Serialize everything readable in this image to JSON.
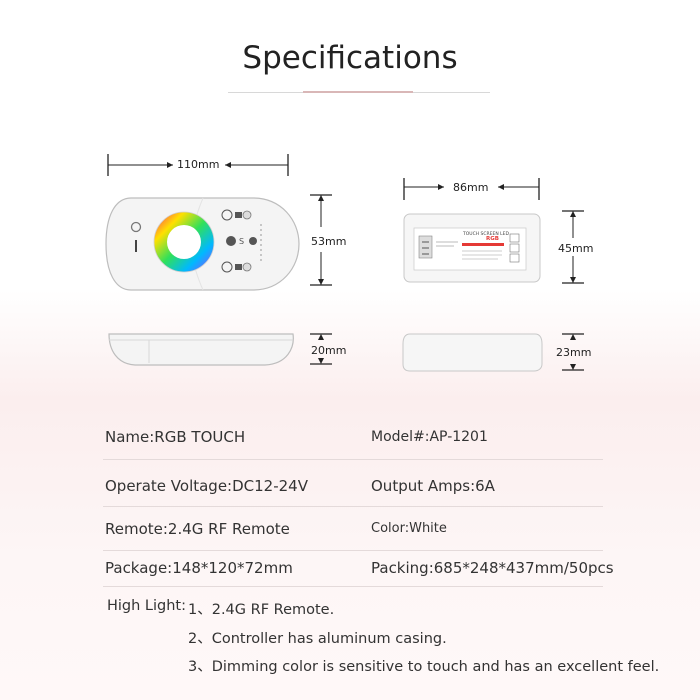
{
  "title": "Specifications",
  "dimensions": {
    "remote_width": "110mm",
    "remote_height": "53mm",
    "remote_depth": "20mm",
    "controller_width": "86mm",
    "controller_height": "45mm",
    "controller_depth": "23mm"
  },
  "controller_label": {
    "line1": "TOUCH SCREEN LED",
    "line2": "RGB"
  },
  "specs": [
    {
      "left": "Name:RGB TOUCH",
      "right": "Model#:AP-1201"
    },
    {
      "left": "Operate Voltage:DC12-24V",
      "right": "Output Amps:6A"
    },
    {
      "left": "Remote:2.4G RF Remote",
      "right": "Color:White"
    },
    {
      "left": "Package:148*120*72mm",
      "right": "Packing:685*248*437mm/50pcs"
    }
  ],
  "highlights": {
    "label": "High Light:",
    "items": [
      "1、2.4G RF Remote.",
      "2、Controller has  aluminum casing.",
      "3、Dimming color is sensitive to touch and has an excellent feel."
    ]
  },
  "colors": {
    "accent": "#d9b7b7",
    "text": "#333333",
    "device": "#f4f4f4"
  }
}
